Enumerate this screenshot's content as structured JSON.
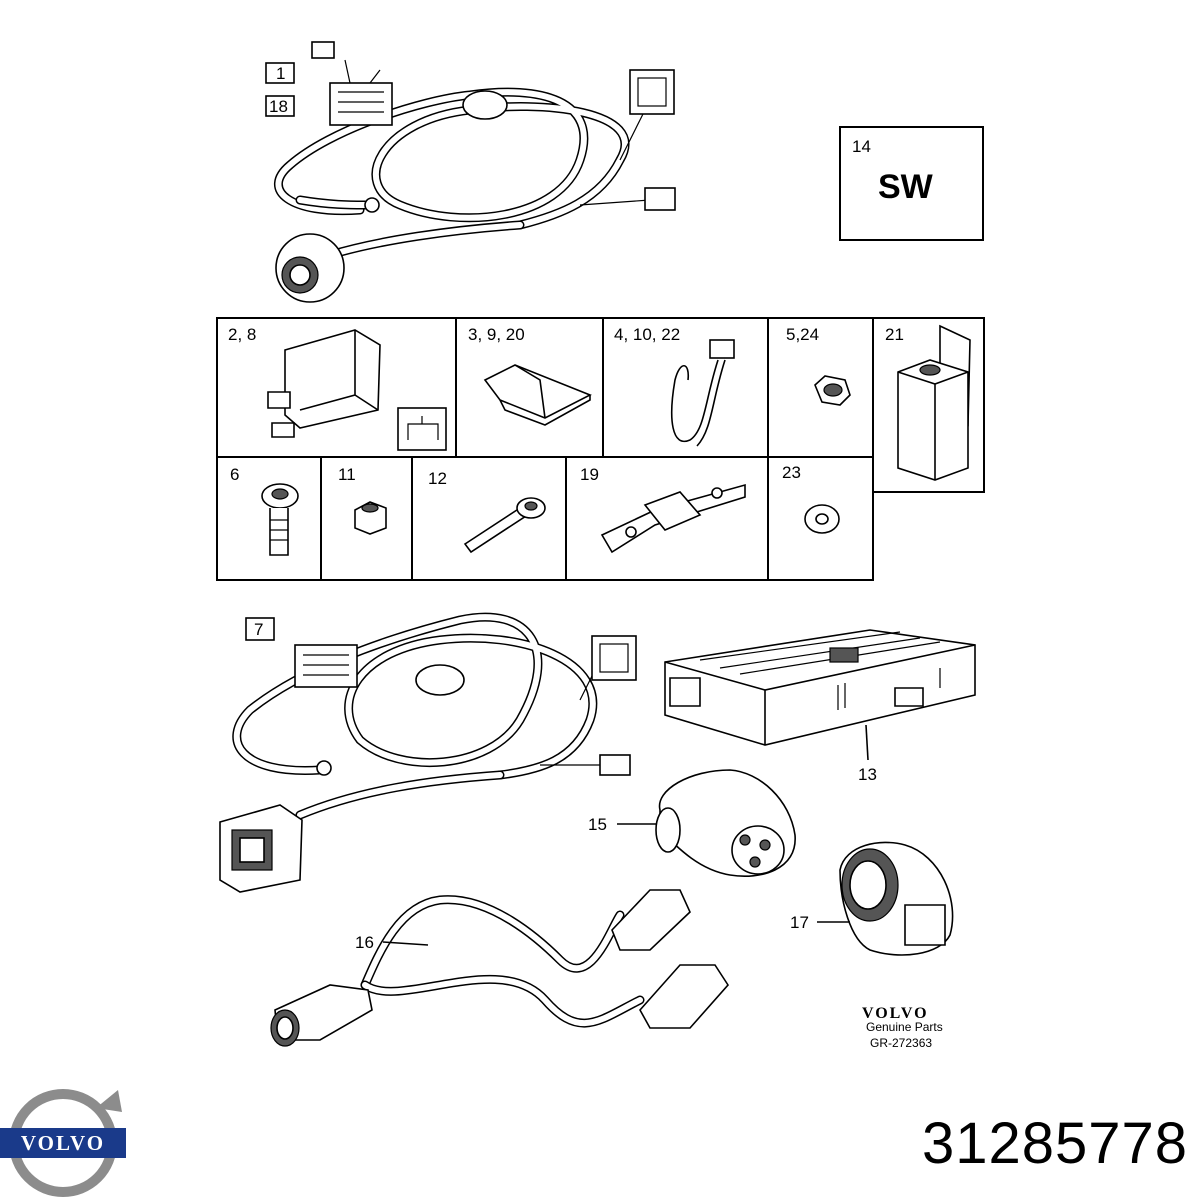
{
  "labels": {
    "l1": "1",
    "l18": "18",
    "l14": "14",
    "sw": "SW",
    "c1": "2, 8",
    "c2": "3, 9, 20",
    "c3": "4, 10, 22",
    "c4": "5,24",
    "c5": "21",
    "c6": "6",
    "c7": "11",
    "c8": "12",
    "c9": "19",
    "c10": "23",
    "l7": "7",
    "l13": "13",
    "l15": "15",
    "l16": "16",
    "l17": "17"
  },
  "brand": {
    "logo_text": "VOLVO",
    "caption_line1": "Genuine Parts",
    "caption_line2": "GR-272363"
  },
  "part_number": "31285778",
  "colors": {
    "line": "#000000",
    "logo_blue": "#1a3a8a",
    "logo_grey": "#8c8c8c"
  }
}
